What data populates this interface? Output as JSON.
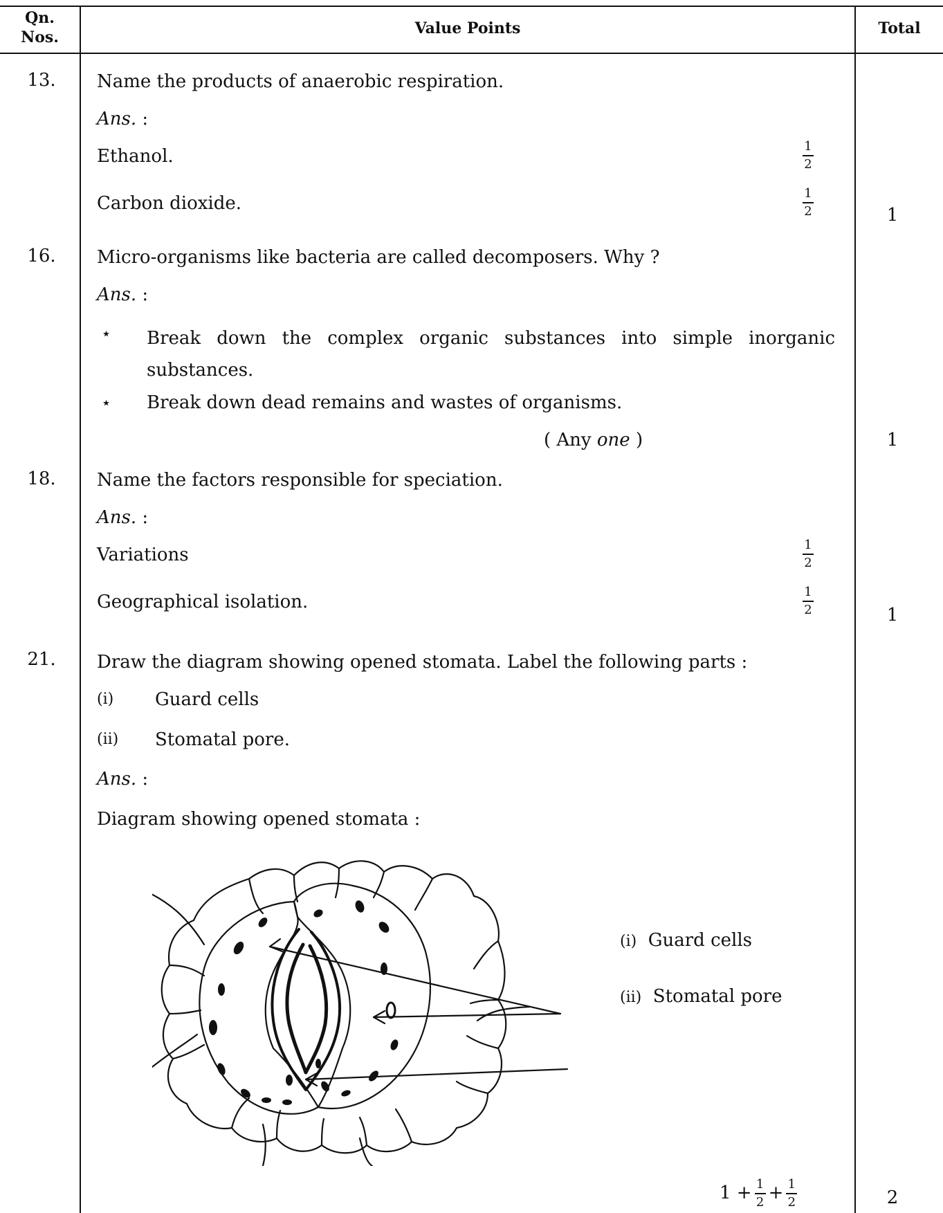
{
  "header": {
    "qn": "Qn.",
    "nos": "Nos.",
    "value_points": "Value Points",
    "total": "Total"
  },
  "q13": {
    "num": "13.",
    "question": "Name the products of anaerobic respiration.",
    "ans": "Ans.",
    "ans_colon": " :",
    "line1": "Ethanol.",
    "line2": "Carbon dioxide.",
    "total": "1"
  },
  "q16": {
    "num": "16.",
    "question": "Micro-organisms like bacteria are called decomposers. Why ?",
    "ans": "Ans.",
    "ans_colon": " :",
    "point1": "Break down the complex organic substances into simple inorganic substances.",
    "point2": "Break down dead remains and wastes of organisms.",
    "any_prefix": "( Any ",
    "any_word": "one",
    "any_suffix": " )",
    "total": "1"
  },
  "q18": {
    "num": "18.",
    "question": "Name the factors responsible for speciation.",
    "ans": "Ans.",
    "ans_colon": " :",
    "line1": "Variations",
    "line2": "Geographical isolation.",
    "total": "1"
  },
  "q21": {
    "num": "21.",
    "question": "Draw the diagram showing opened stomata. Label the following parts :",
    "part1_num": "(i)",
    "part1": "Guard cells",
    "part2_num": "(ii)",
    "part2": "Stomatal pore.",
    "ans": "Ans.",
    "ans_colon": " :",
    "caption": "Diagram showing opened stomata :",
    "label1_num": "(i)",
    "label1": "Guard cells",
    "label2_num": "(ii)",
    "label2": "Stomatal pore",
    "marks_lead": "1 +",
    "marks_plus": "+",
    "total": "2"
  },
  "fraction": {
    "num": "1",
    "den": "2"
  },
  "star_glyph": "⋆"
}
